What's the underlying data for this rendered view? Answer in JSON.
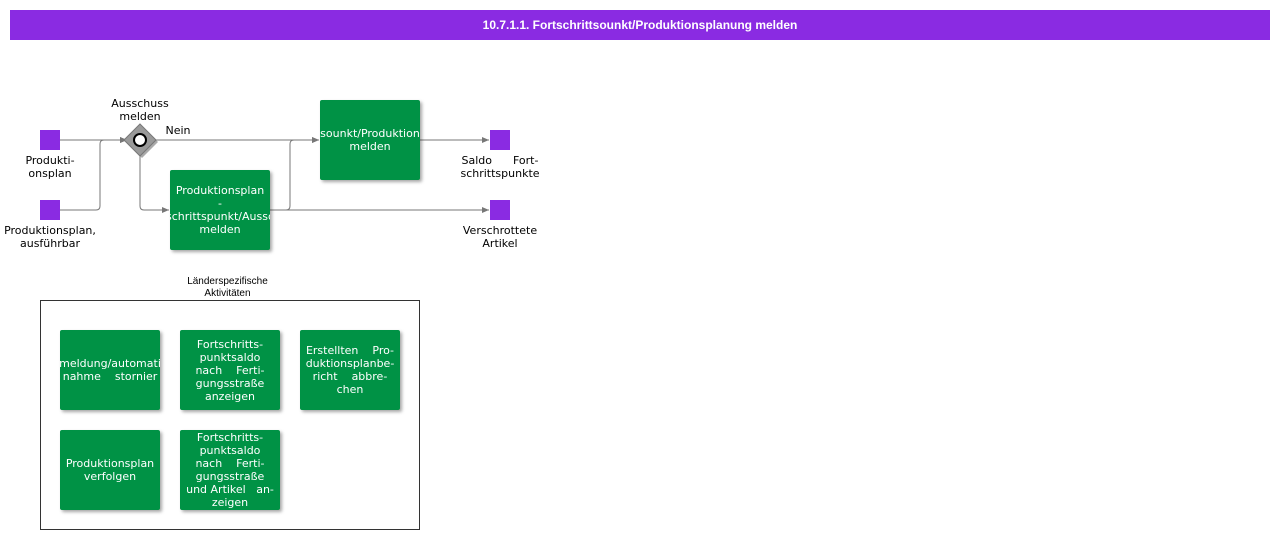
{
  "header": {
    "title": "10.7.1.1. Fortschrittsounkt/Produktionsplanung melden"
  },
  "events": {
    "start1": "Produkti-\nonsplan",
    "start2": "Produktionsplan,\nausführbar",
    "end1": "Saldo      Fort-\nschrittspunkte",
    "end2": "Verschrottete\nArtikel"
  },
  "gateway": {
    "label": "Ausschuss\nmelden",
    "flow_label": "Nein"
  },
  "tasks": {
    "report_scrap": "Produktionsplan\n-\nschrittspunkt/Aussc\nmelden",
    "report_progress": "sounkt/Produktion\nmelden"
  },
  "pool": {
    "title": "Länderspezifische\nAktivitäten",
    "tasks": {
      "cancel": "meldung/automati\nnahme    stornier",
      "balance_line": "Fortschritts-\npunktsaldo\nnach    Ferti-\ngungsstraße\nanzeigen",
      "create_report": "Erstellten    Pro-\nduktionsplanbe-\nricht    abbre-\nchen",
      "track": "Produktionsplan\nverfolgen",
      "balance_line_item": "Fortschritts-\npunktsaldo\nnach    Ferti-\ngungsstraße\nund Artikel   an-\nzeigen"
    }
  },
  "colors": {
    "header": "#8a2be2",
    "event": "#8a2be2",
    "task": "#009245",
    "gateway": "#9a9a9a",
    "edge": "#777777"
  }
}
